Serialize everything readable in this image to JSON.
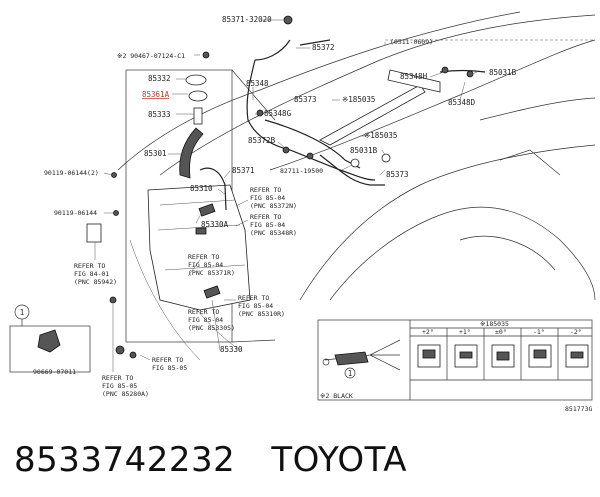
{
  "labels": {
    "p1": "85371-32020",
    "p2": "85372",
    "p3": "※2 90467-07124-C1",
    "p4": "85332",
    "p5": "85361A",
    "p6": "85333",
    "p7": "85348",
    "p8": "85373",
    "p9": "※185035",
    "p10": "85348G",
    "p11": "85301",
    "p12": "85372B",
    "p13": "※185035",
    "p14": "85031B",
    "p15": "82711-19500",
    "p16": "85373",
    "p17": "85371",
    "p18": "90119-06144(2)",
    "p19": "85310",
    "p20": "90119-06144",
    "p21": "85330A",
    "p22": "85330",
    "p23": "90669-07011",
    "p24": "(0511-0609)",
    "p25": "85348H",
    "p26": "85031B",
    "p27": "85348D",
    "p28": "※2 BLACK",
    "p29": "851773G",
    "p30": "※185035",
    "circle1": "1",
    "circle2": "1"
  },
  "refs": {
    "r1": [
      "REFER TO",
      "FIG 85-04",
      "(PNC 85372N)"
    ],
    "r2": [
      "REFER TO",
      "FIG 85-04",
      "(PNC 85348R)"
    ],
    "r3": [
      "REFER TO",
      "FIG 84-01",
      "(PNC 85942)"
    ],
    "r4": [
      "REFER TO",
      "FIG 85-04",
      "(PNC 85371R)"
    ],
    "r5": [
      "REFER TO",
      "FIG 85-04",
      "(PNC 85310R)"
    ],
    "r6": [
      "REFER TO",
      "FIG 85-04",
      "(PNC 85330S)"
    ],
    "r7": [
      "REFER TO",
      "FIG 85-05"
    ],
    "r8": [
      "REFER TO",
      "FIG 85-05",
      "(PNC 85280A)"
    ]
  },
  "inset_headers": [
    "+2°",
    "+1°",
    "±0°",
    "-1°",
    "-2°"
  ],
  "footer": {
    "part_number": "8533742232",
    "brand": "TOYOTA"
  }
}
